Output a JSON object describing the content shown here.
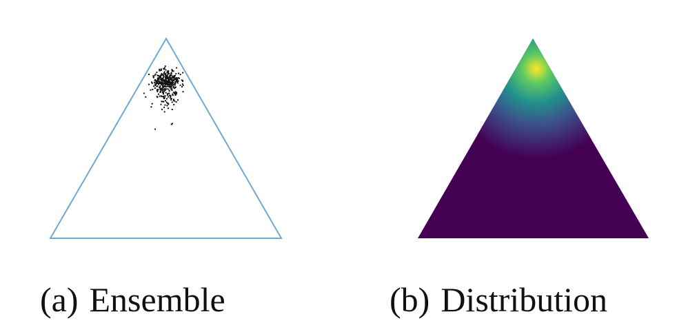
{
  "panels": [
    {
      "id": "a",
      "tag": "(a)",
      "label": "Ensemble",
      "outline_color": "#6fa8d0",
      "point_color": "#111111",
      "points_center": {
        "vertex_weight": 0.82,
        "spread": 0.055
      },
      "point_count": 420
    },
    {
      "id": "b",
      "tag": "(b)",
      "label": "Distribution",
      "colormap": [
        "#440154",
        "#3b528b",
        "#21918c",
        "#5ec962",
        "#fde725"
      ],
      "background_color": "#440154"
    }
  ]
}
